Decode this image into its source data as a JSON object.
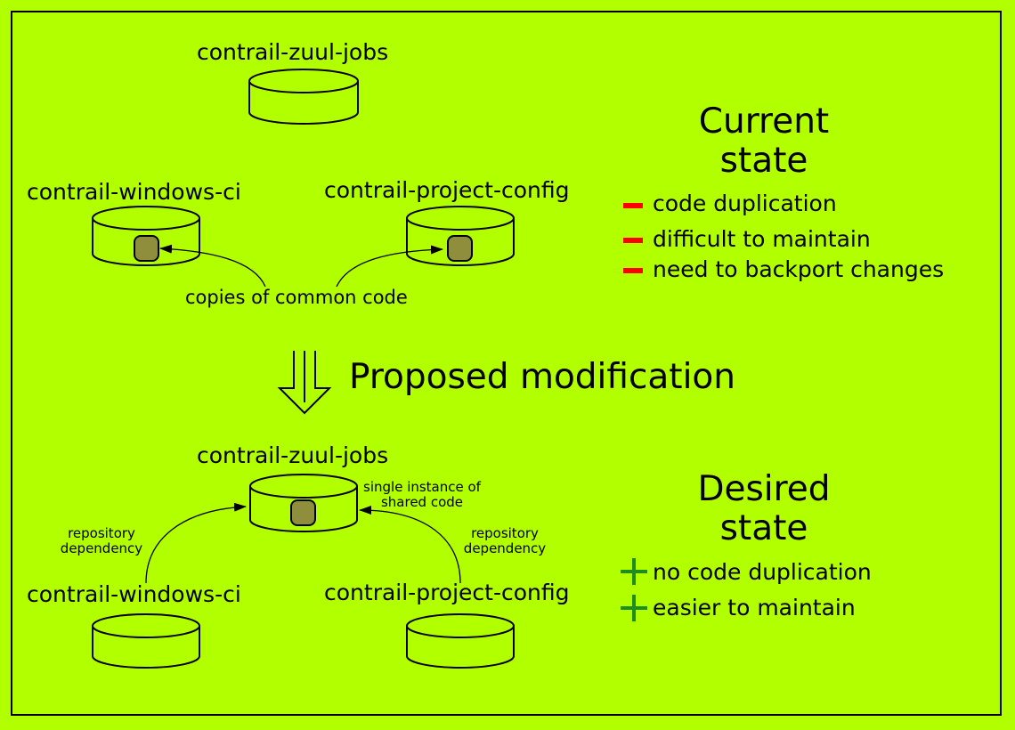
{
  "colors": {
    "background": "#b2ff00",
    "code_block": "#8e8e3c",
    "minus": "#ff0000",
    "plus": "#1e8c1e"
  },
  "current": {
    "repos": {
      "zuul_jobs": "contrail-zuul-jobs",
      "windows_ci": "contrail-windows-ci",
      "project_config": "contrail-project-config"
    },
    "copies_label": "copies of common code",
    "heading_line1": "Current",
    "heading_line2": "state",
    "drawbacks": [
      "code duplication",
      "difficult to maintain",
      "need to backport changes"
    ]
  },
  "transition": {
    "label": "Proposed modification",
    "icon": "double-down-arrow-icon"
  },
  "desired": {
    "repos": {
      "zuul_jobs": "contrail-zuul-jobs",
      "windows_ci": "contrail-windows-ci",
      "project_config": "contrail-project-config"
    },
    "shared_label_line1": "single instance of",
    "shared_label_line2": "shared code",
    "dependency_left_line1": "repository",
    "dependency_left_line2": "dependency",
    "dependency_right_line1": "repository",
    "dependency_right_line2": "dependency",
    "heading_line1": "Desired",
    "heading_line2": "state",
    "benefits": [
      "no code duplication",
      "easier to maintain"
    ]
  }
}
